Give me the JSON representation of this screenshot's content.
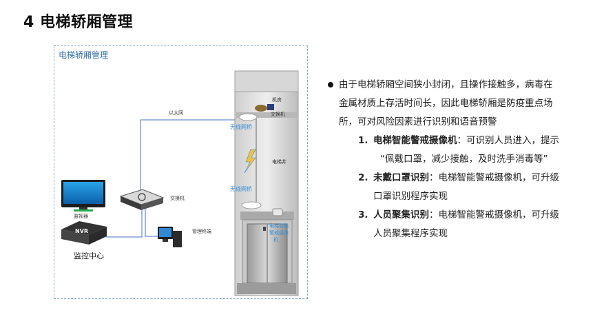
{
  "page": {
    "title": "4 电梯轿厢管理"
  },
  "diagram": {
    "box_title": "电梯轿厢管理",
    "labels": {
      "ethernet": "以太网",
      "machine_room": "机房",
      "bridge_top": "无线网桥",
      "switch_top": "交换机",
      "shaft": "电梯井",
      "bridge_bottom": "无线网桥",
      "monitor": "监视器",
      "switch": "交换机",
      "mgmt_terminal": "管理终端",
      "nvr": "NVR",
      "camera_lines": [
        "电梯智能",
        "警戒摄像",
        "机"
      ],
      "center": "监控中心"
    },
    "colors": {
      "line": "#4a6cc9",
      "accent": "#3a8fd6"
    }
  },
  "content": {
    "intro_lines": [
      "由于电梯轿厢空间狭小封闭，且操作接触多，病毒在",
      "金属材质上存活时间长，因此电梯轿厢是防疫重点场",
      "所，可对风险因素进行识别和语音预警"
    ],
    "items": [
      {
        "num": "1.",
        "bold": "电梯智能警戒摄像机",
        "rest": "：可识别人员进入，提示",
        "line2": "“佩戴口罩，减少接触，及时洗手消毒等”"
      },
      {
        "num": "2.",
        "bold": "未戴口罩识别",
        "rest": "：电梯智能警戒摄像机，可升级",
        "line2": "口罩识别程序实现"
      },
      {
        "num": "3.",
        "bold": "人员聚集识别",
        "rest": "：电梯智能警戒摄像机，可升级",
        "line2": "人员聚集程序实现"
      }
    ]
  }
}
